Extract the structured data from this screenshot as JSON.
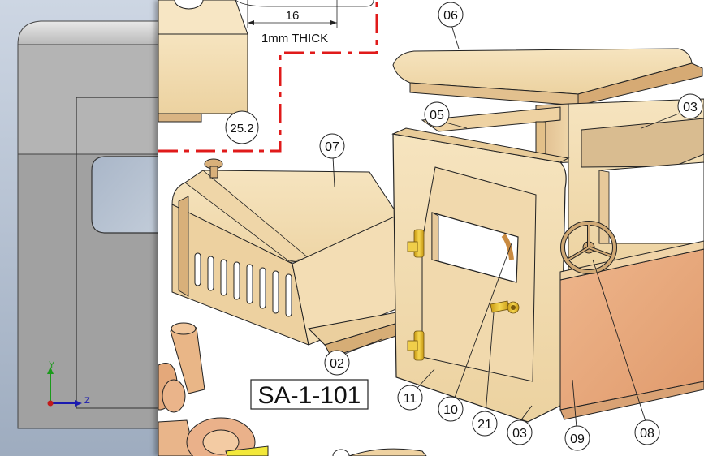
{
  "cad_view": {
    "triad": {
      "y_axis": "Y",
      "z_axis": "Z"
    }
  },
  "drawing": {
    "dimension_value": "16",
    "dimension_note": "1mm THICK",
    "assembly_label": "SA-1-101",
    "callouts": {
      "c_25_2": "25.2",
      "c_06": "06",
      "c_05": "05",
      "c_03_top": "03",
      "c_07": "07",
      "c_02": "02",
      "c_11": "11",
      "c_10": "10",
      "c_21": "21",
      "c_03_bottom": "03",
      "c_09": "09",
      "c_08": "08"
    }
  },
  "colors": {
    "wood_light": "#f2dcb0",
    "wood_mid": "#e6c896",
    "wood_dark": "#c99a62",
    "wood_red": "#e8a87c",
    "brass": "#e8c23a",
    "detail_line": "#e01a1a"
  }
}
